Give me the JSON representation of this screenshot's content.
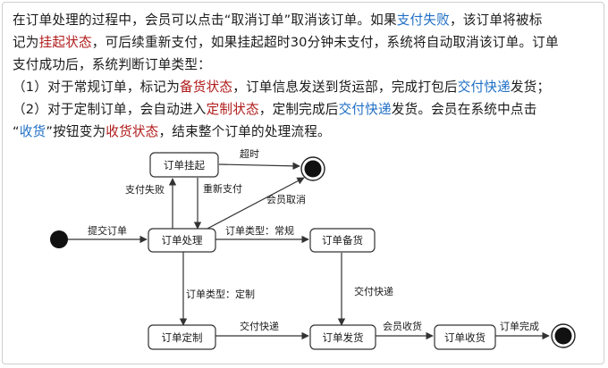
{
  "description": {
    "line1": [
      {
        "t": "在订单处理的过程中，会员可以点击“取消订单”取消该订单。如果",
        "c": ""
      },
      {
        "t": "支付失败",
        "c": "blue"
      },
      {
        "t": "，该订单将被标",
        "c": ""
      }
    ],
    "line2": [
      {
        "t": "记为",
        "c": ""
      },
      {
        "t": "挂起状态",
        "c": "red"
      },
      {
        "t": "，可后续重新支付，如果挂起超时30分钟未支付，系统将自动取消该订单。订单",
        "c": ""
      }
    ],
    "line3": [
      {
        "t": "支付成功后，系统判断订单类型：",
        "c": ""
      }
    ],
    "line4": [
      {
        "t": "（1）对于常规订单，标记为",
        "c": ""
      },
      {
        "t": "备货状态",
        "c": "red"
      },
      {
        "t": "，订单信息发送到货运部，完成打包后",
        "c": ""
      },
      {
        "t": "交付快递",
        "c": "blue"
      },
      {
        "t": "发货；",
        "c": ""
      }
    ],
    "line5": [
      {
        "t": "（2）对于定制订单，会自动进入",
        "c": ""
      },
      {
        "t": "定制状态",
        "c": "red"
      },
      {
        "t": "，定制完成后",
        "c": ""
      },
      {
        "t": "交付快递",
        "c": "blue"
      },
      {
        "t": "发货。会员在系统中点击",
        "c": ""
      }
    ],
    "line6": [
      {
        "t": "“",
        "c": ""
      },
      {
        "t": "收货",
        "c": "blue"
      },
      {
        "t": "”按钮变为",
        "c": ""
      },
      {
        "t": "收货状态",
        "c": "red"
      },
      {
        "t": "，结束整个订单的处理流程。",
        "c": ""
      }
    ]
  },
  "colors": {
    "blue": "#1f6fc5",
    "red": "#b01a1a",
    "box_fill": "#ffffff",
    "stroke": "#333333"
  },
  "states": {
    "pending": "订单挂起",
    "processing": "订单处理",
    "stocking": "订单备货",
    "custom": "订单定制",
    "shipping": "订单发货",
    "received": "订单收货"
  },
  "transitions": {
    "submit": "提交订单",
    "pay_fail": "支付失败",
    "repay": "重新支付",
    "timeout": "超时",
    "member_cancel": "会员取消",
    "type_regular": "订单类型：常规",
    "type_custom": "订单类型：定制",
    "deliver_from_stocking": "交付快递",
    "deliver_from_custom": "交付快递",
    "member_receive": "会员收货",
    "order_complete": "订单完成"
  }
}
